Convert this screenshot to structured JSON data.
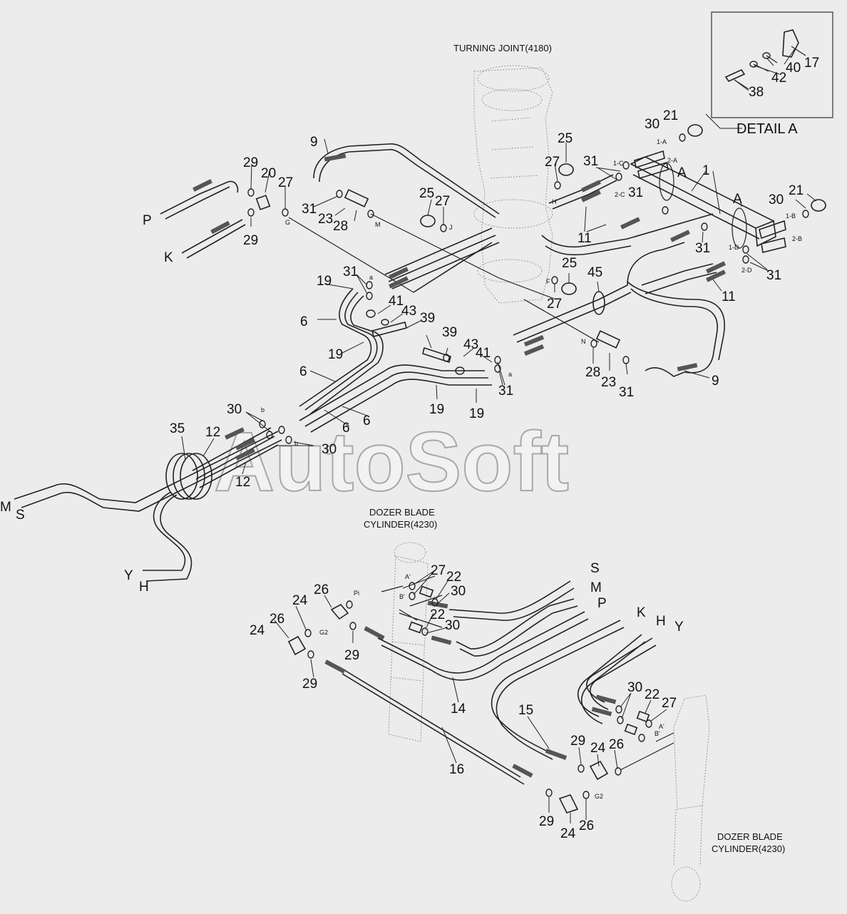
{
  "titles": {
    "turning_joint": "TURNING JOINT(4180)",
    "dozer_upper_1": "DOZER BLADE",
    "dozer_upper_2": "CYLINDER(4230)",
    "dozer_lower_1": "DOZER BLADE",
    "dozer_lower_2": "CYLINDER(4230)",
    "detail": "DETAIL A",
    "watermark": "AutoSoft"
  },
  "line_ends": {
    "upper": [
      "P",
      "K",
      "M",
      "S",
      "Y",
      "H"
    ],
    "lower": [
      "S",
      "M",
      "P",
      "K",
      "H",
      "Y"
    ]
  },
  "part_numbers": {
    "detail": [
      "17",
      "40",
      "42",
      "38"
    ],
    "top_left": [
      "9",
      "29",
      "20",
      "27",
      "29",
      "31",
      "23",
      "28",
      "25",
      "27",
      "25",
      "27"
    ],
    "top_right": [
      "21",
      "30",
      "31",
      "1",
      "A",
      "31",
      "11",
      "30",
      "21",
      "A",
      "31",
      "31",
      "11"
    ],
    "middle": [
      "31",
      "19",
      "41",
      "43",
      "39",
      "6",
      "19",
      "6",
      "39",
      "43",
      "41",
      "31",
      "19",
      "19",
      "6",
      "6",
      "25",
      "27",
      "45",
      "28",
      "23",
      "31",
      "9"
    ],
    "left": [
      "30",
      "35",
      "12",
      "12",
      "30"
    ],
    "lower": [
      "26",
      "24",
      "27",
      "22",
      "30",
      "22",
      "30",
      "26",
      "24",
      "29",
      "29",
      "14",
      "16",
      "15",
      "30",
      "22",
      "27",
      "29",
      "24",
      "26",
      "29",
      "24",
      "26"
    ]
  },
  "small_tags": [
    "G",
    "M",
    "J",
    "H",
    "F",
    "N",
    "a",
    "a",
    "b",
    "b",
    "1-A",
    "2-A",
    "1-C",
    "2-C",
    "1-B",
    "2-B",
    "1-D",
    "2-D",
    "Pi",
    "G2",
    "A'",
    "B'",
    "A'",
    "B'",
    "G2"
  ]
}
